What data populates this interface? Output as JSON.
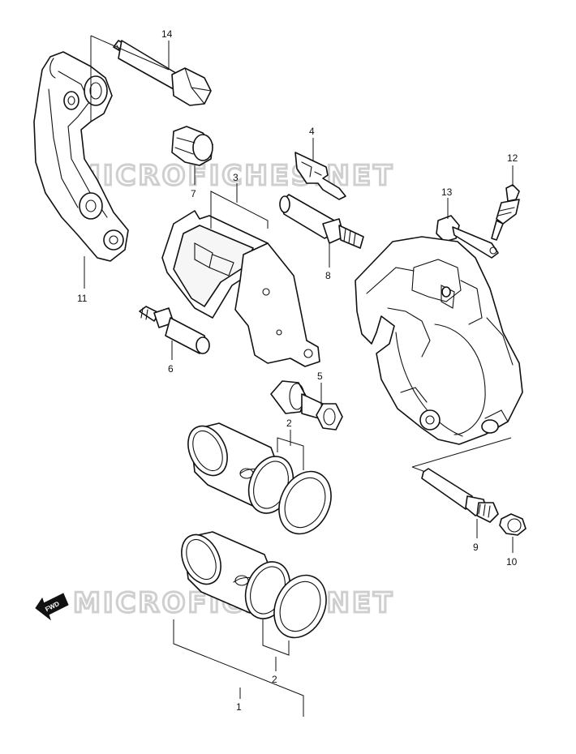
{
  "watermark": {
    "text": "MICROFICHES.NET"
  },
  "fwd_label": "FWD",
  "callouts": {
    "c1": "1",
    "c2a": "2",
    "c2b": "2",
    "c3": "3",
    "c4": "4",
    "c5": "5",
    "c6": "6",
    "c7": "7",
    "c8": "8",
    "c9": "9",
    "c10": "10",
    "c11": "11",
    "c12": "12",
    "c13": "13",
    "c14": "14"
  }
}
